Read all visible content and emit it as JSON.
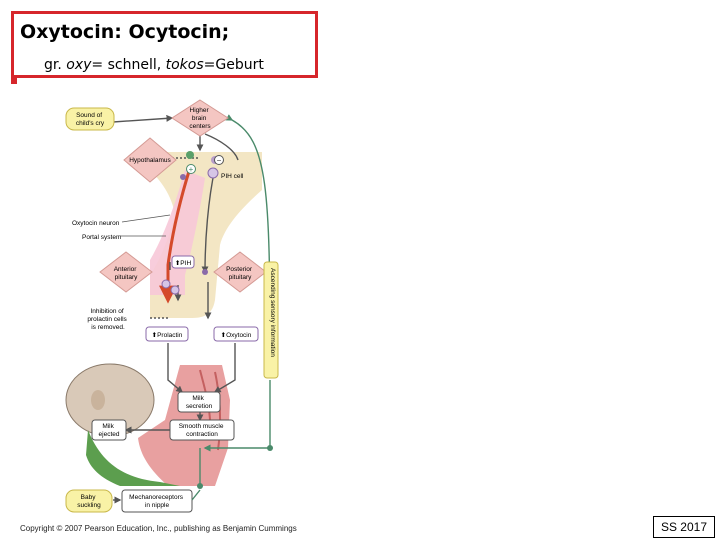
{
  "slide": {
    "title": "Oxytocin: Ocytocin;",
    "subtitle": {
      "prefix": "gr. ",
      "term1": "oxy",
      "mid": "= schnell, ",
      "term2": "tokos",
      "suffix": "=Geburt"
    },
    "footer_stamp": "SS 2017"
  },
  "figure": {
    "labels": {
      "sound": [
        "Sound of",
        "child's cry"
      ],
      "higher": [
        "Higher",
        "brain",
        "centers"
      ],
      "hypothalamus": "Hypothalamus",
      "pih_cell": "PIH cell",
      "oxytocin_neuron": "Oxytocin neuron",
      "portal_system": "Portal system",
      "pih": "PIH",
      "anterior": [
        "Anterior",
        "pituitary"
      ],
      "posterior": [
        "Posterior",
        "pituitary"
      ],
      "inhibition": [
        "Inhibition of",
        "prolactin cells",
        "is removed."
      ],
      "prolactin": "Prolactin",
      "oxytocin": "Oxytocin",
      "ascending": "Ascending sensory information",
      "milk_secretion": [
        "Milk",
        "secretion"
      ],
      "milk_ejected": [
        "Milk",
        "ejected"
      ],
      "smooth_muscle": [
        "Smooth muscle",
        "contraction"
      ],
      "baby": [
        "Baby",
        "suckling"
      ],
      "mechano": [
        "Mechanoreceptors",
        "in nipple"
      ],
      "plus": "+",
      "minus": "−"
    },
    "copyright": "Copyright © 2007 Pearson Education, Inc., publishing as Benjamin Cummings"
  },
  "colors": {
    "frame": "#d6262b",
    "diamond": "#f4c6c2",
    "yellow_box": "#f9f2a6",
    "brain_tissue": "#f3e6c4",
    "pink_pathway": "#f7c8d8",
    "arrow_gray": "#555555",
    "arrow_green": "#4a8a6a",
    "arrow_red": "#d44a2a"
  }
}
